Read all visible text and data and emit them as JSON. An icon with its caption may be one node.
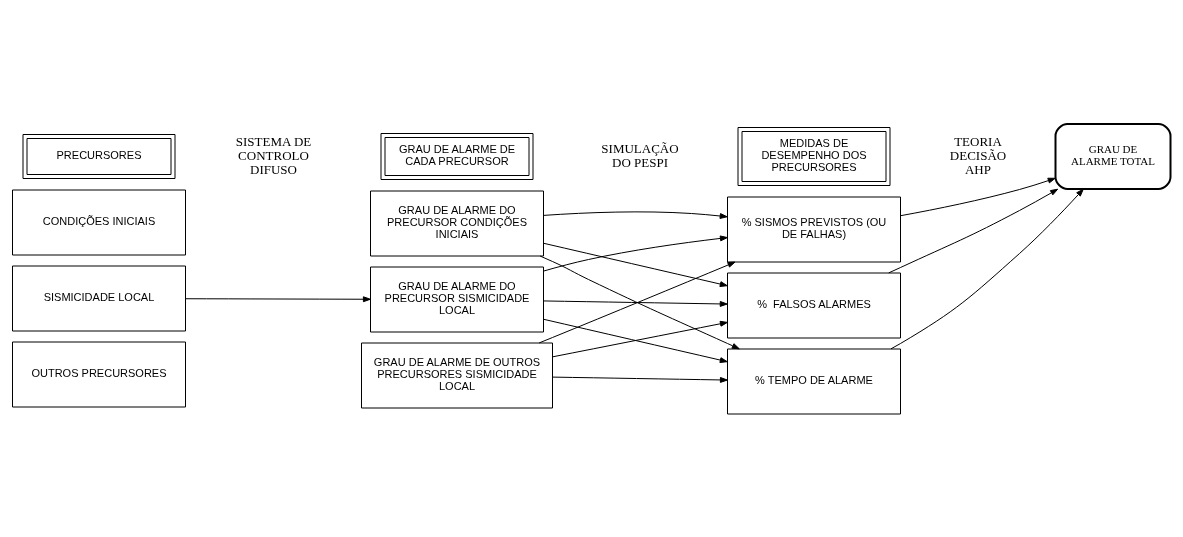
{
  "diagram": {
    "nodes": [
      {
        "text": [
          "PRECURSORES"
        ]
      },
      {
        "text": [
          "GRAU DE ALARME DE CADA PRECURSOR"
        ]
      },
      {
        "text": [
          "MEDIDAS DE DESEMPENHO DOS PRECURSORES"
        ]
      },
      {
        "text": [
          "CONDIÇÕES INICIAIS"
        ]
      },
      {
        "text": [
          "SISMICIDADE LOCAL"
        ]
      },
      {
        "text": [
          "OUTROS PRECURSORES"
        ]
      },
      {
        "text": [
          "GRAU DE ALARME DO PRECURSOR CONDIÇÕES INICIAIS"
        ]
      },
      {
        "text": [
          "GRAU DE ALARME DO PRECURSOR SISMICIDADE LOCAL"
        ]
      },
      {
        "text": [
          "GRAU DE ALARME DE OUTROS PRECURSORES SISMICIDADE LOCAL"
        ]
      },
      {
        "text": [
          "% SISMOS PREVISTOS (OU DE FALHAS)"
        ]
      },
      {
        "text": [
          "%  FALSOS ALARMES"
        ]
      },
      {
        "text": [
          "% TEMPO DE ALARME"
        ]
      },
      {
        "text": [
          "GRAU DE ALARME TOTAL"
        ]
      }
    ],
    "edges": [
      {
        "from": 4,
        "to": 7,
        "arrow": "to"
      },
      {
        "from": 6,
        "to": 9,
        "arrow": "to"
      },
      {
        "from": 6,
        "to": 10,
        "arrow": "to"
      },
      {
        "from": 6,
        "to": 11,
        "arrow": "to"
      },
      {
        "from": 7,
        "to": 9,
        "arrow": "to"
      },
      {
        "from": 7,
        "to": 10,
        "arrow": "to"
      },
      {
        "from": 7,
        "to": 11,
        "arrow": "to"
      },
      {
        "from": 8,
        "to": 9,
        "arrow": "to"
      },
      {
        "from": 8,
        "to": 10,
        "arrow": "to"
      },
      {
        "from": 8,
        "to": 11,
        "arrow": "to"
      },
      {
        "from": 9,
        "to": 12,
        "arrow": "to"
      },
      {
        "from": 10,
        "to": 12,
        "arrow": "to"
      },
      {
        "from": 11,
        "to": 12,
        "arrow": "to"
      }
    ],
    "labels": [
      "SISTEMA DE CONTROLO DIFUSO",
      "SIMULAÇÃO DO PESPI",
      "TEORIA DECISÃO AHP"
    ]
  }
}
